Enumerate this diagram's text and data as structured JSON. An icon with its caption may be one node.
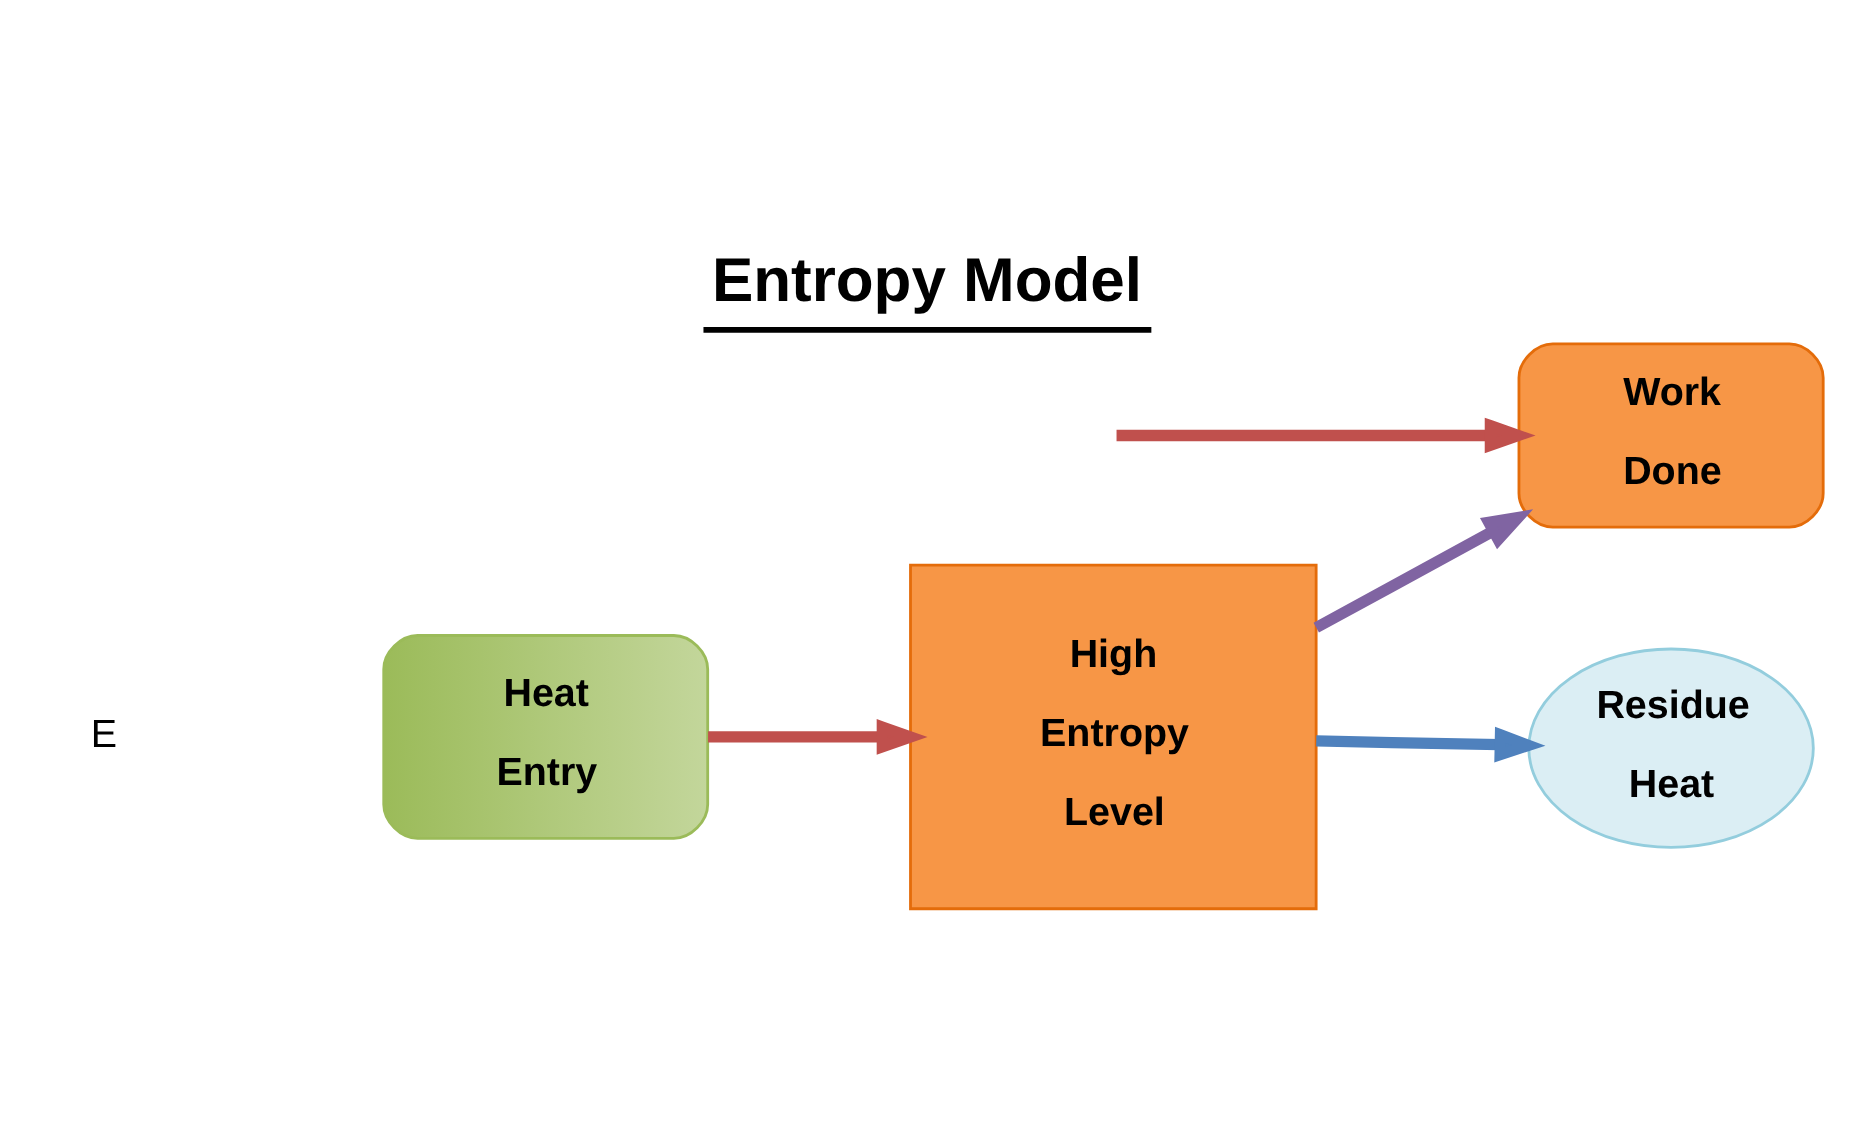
{
  "diagram": {
    "title": "Entropy Model",
    "nodes": [
      {
        "text": [
          "Heat",
          "Entry"
        ]
      },
      {
        "text": [
          "High",
          "Entropy",
          "Level"
        ]
      },
      {
        "text": [
          "Residue",
          "Heat"
        ]
      },
      {
        "text": [
          "Work",
          "Done"
        ]
      }
    ],
    "edges": [
      {
        "from": 0,
        "to": 1,
        "arrow": "to",
        "color": "#c0504d"
      },
      {
        "from": 1,
        "to": 2,
        "arrow": "to",
        "color": "#4f81bd"
      },
      {
        "from": 1,
        "to": 3,
        "arrow": "to",
        "color": "#8064a2"
      },
      {
        "from": null,
        "to": 3,
        "arrow": "to",
        "color": "#c0504d"
      }
    ],
    "labels": [
      "E"
    ]
  }
}
